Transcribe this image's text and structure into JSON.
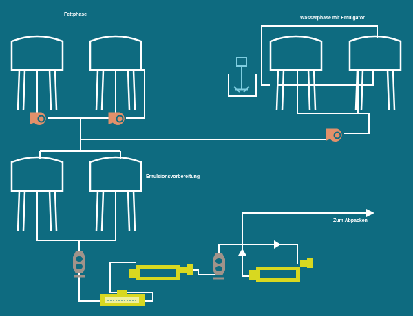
{
  "labels": {
    "fat_phase": "Fettphase",
    "water_phase": "Wasserphase mit Emulgator",
    "emulsion_prep": "Emulsionsvorbereitung",
    "to_packing": "Zum Abpacken"
  },
  "colors": {
    "background": "#0e6b80",
    "line": "#ffffff",
    "pump": "#e2906a",
    "positive_pump": "#a0938a",
    "heat_exchanger": "#d8d820",
    "mixer": "#7ecde0"
  },
  "icons": {
    "tank": "storage-tank-icon",
    "pump": "centrifugal-pump-icon",
    "positive_pump": "positive-displacement-pump-icon",
    "heat_exchanger": "scraped-surface-heat-exchanger-icon",
    "mixer": "agitator-mixer-icon",
    "arrow": "flow-arrow-icon"
  }
}
